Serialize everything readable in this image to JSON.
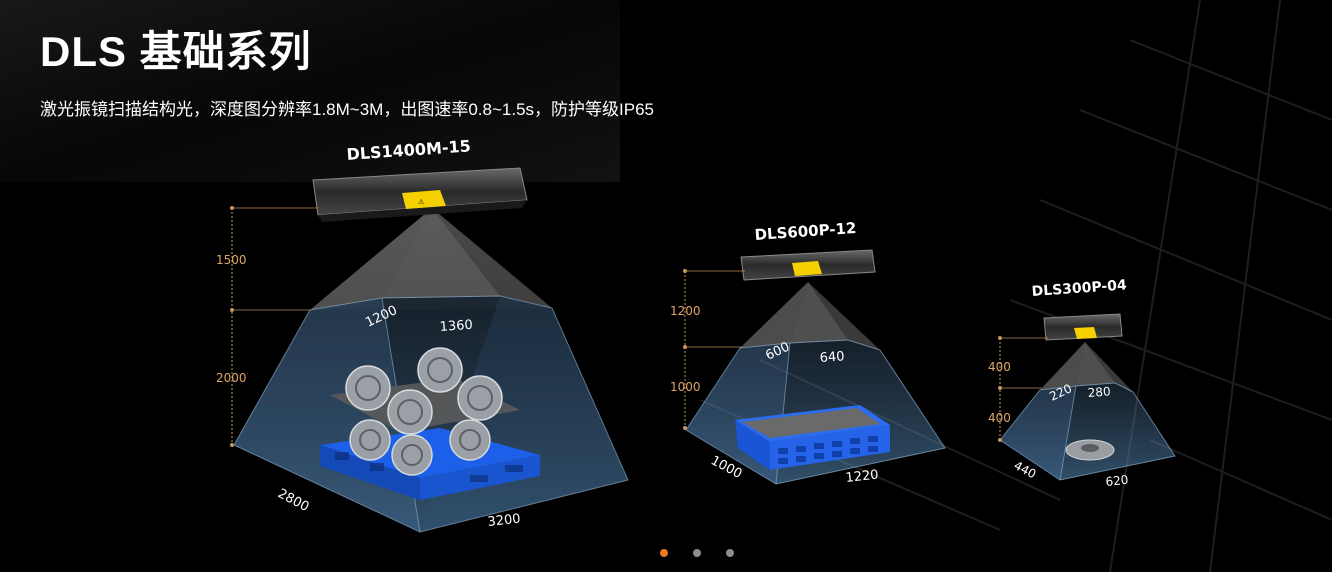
{
  "title": "DLS 基础系列",
  "subtitle": "激光振镜扫描结构光，深度图分辨率1.8M~3M，出图速率0.8~1.5s，防护等级IP65",
  "products": [
    {
      "model": "DLS1400M-15",
      "height_top": "1500",
      "height_bottom": "2000",
      "near_w": "1200",
      "near_d": "1360",
      "far_w": "2800",
      "far_d": "3200",
      "payload_icon": "motor-pallet-icon"
    },
    {
      "model": "DLS600P-12",
      "height_top": "1200",
      "height_bottom": "1000",
      "near_w": "600",
      "near_d": "640",
      "far_w": "1000",
      "far_d": "1220",
      "payload_icon": "blue-bin-icon"
    },
    {
      "model": "DLS300P-04",
      "height_top": "400",
      "height_bottom": "400",
      "near_w": "220",
      "near_d": "280",
      "far_w": "440",
      "far_d": "620",
      "payload_icon": "brake-disc-icon"
    }
  ],
  "carousel": {
    "count": 3,
    "active": 0
  },
  "colors": {
    "accent": "#ef7b1f",
    "dimension_label": "#e0a566",
    "inactive_dot": "#8d8d8d",
    "pallet_blue": "#1c5fe8"
  }
}
